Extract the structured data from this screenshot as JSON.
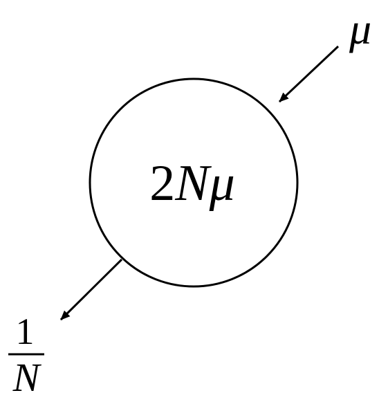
{
  "diagram": {
    "node": {
      "label_number": "2",
      "label_var1": "N",
      "label_var2": "μ"
    },
    "incoming": {
      "label": "μ"
    },
    "outgoing": {
      "numerator": "1",
      "denominator": "N"
    },
    "colors": {
      "stroke": "#000000",
      "background": "#ffffff"
    }
  }
}
